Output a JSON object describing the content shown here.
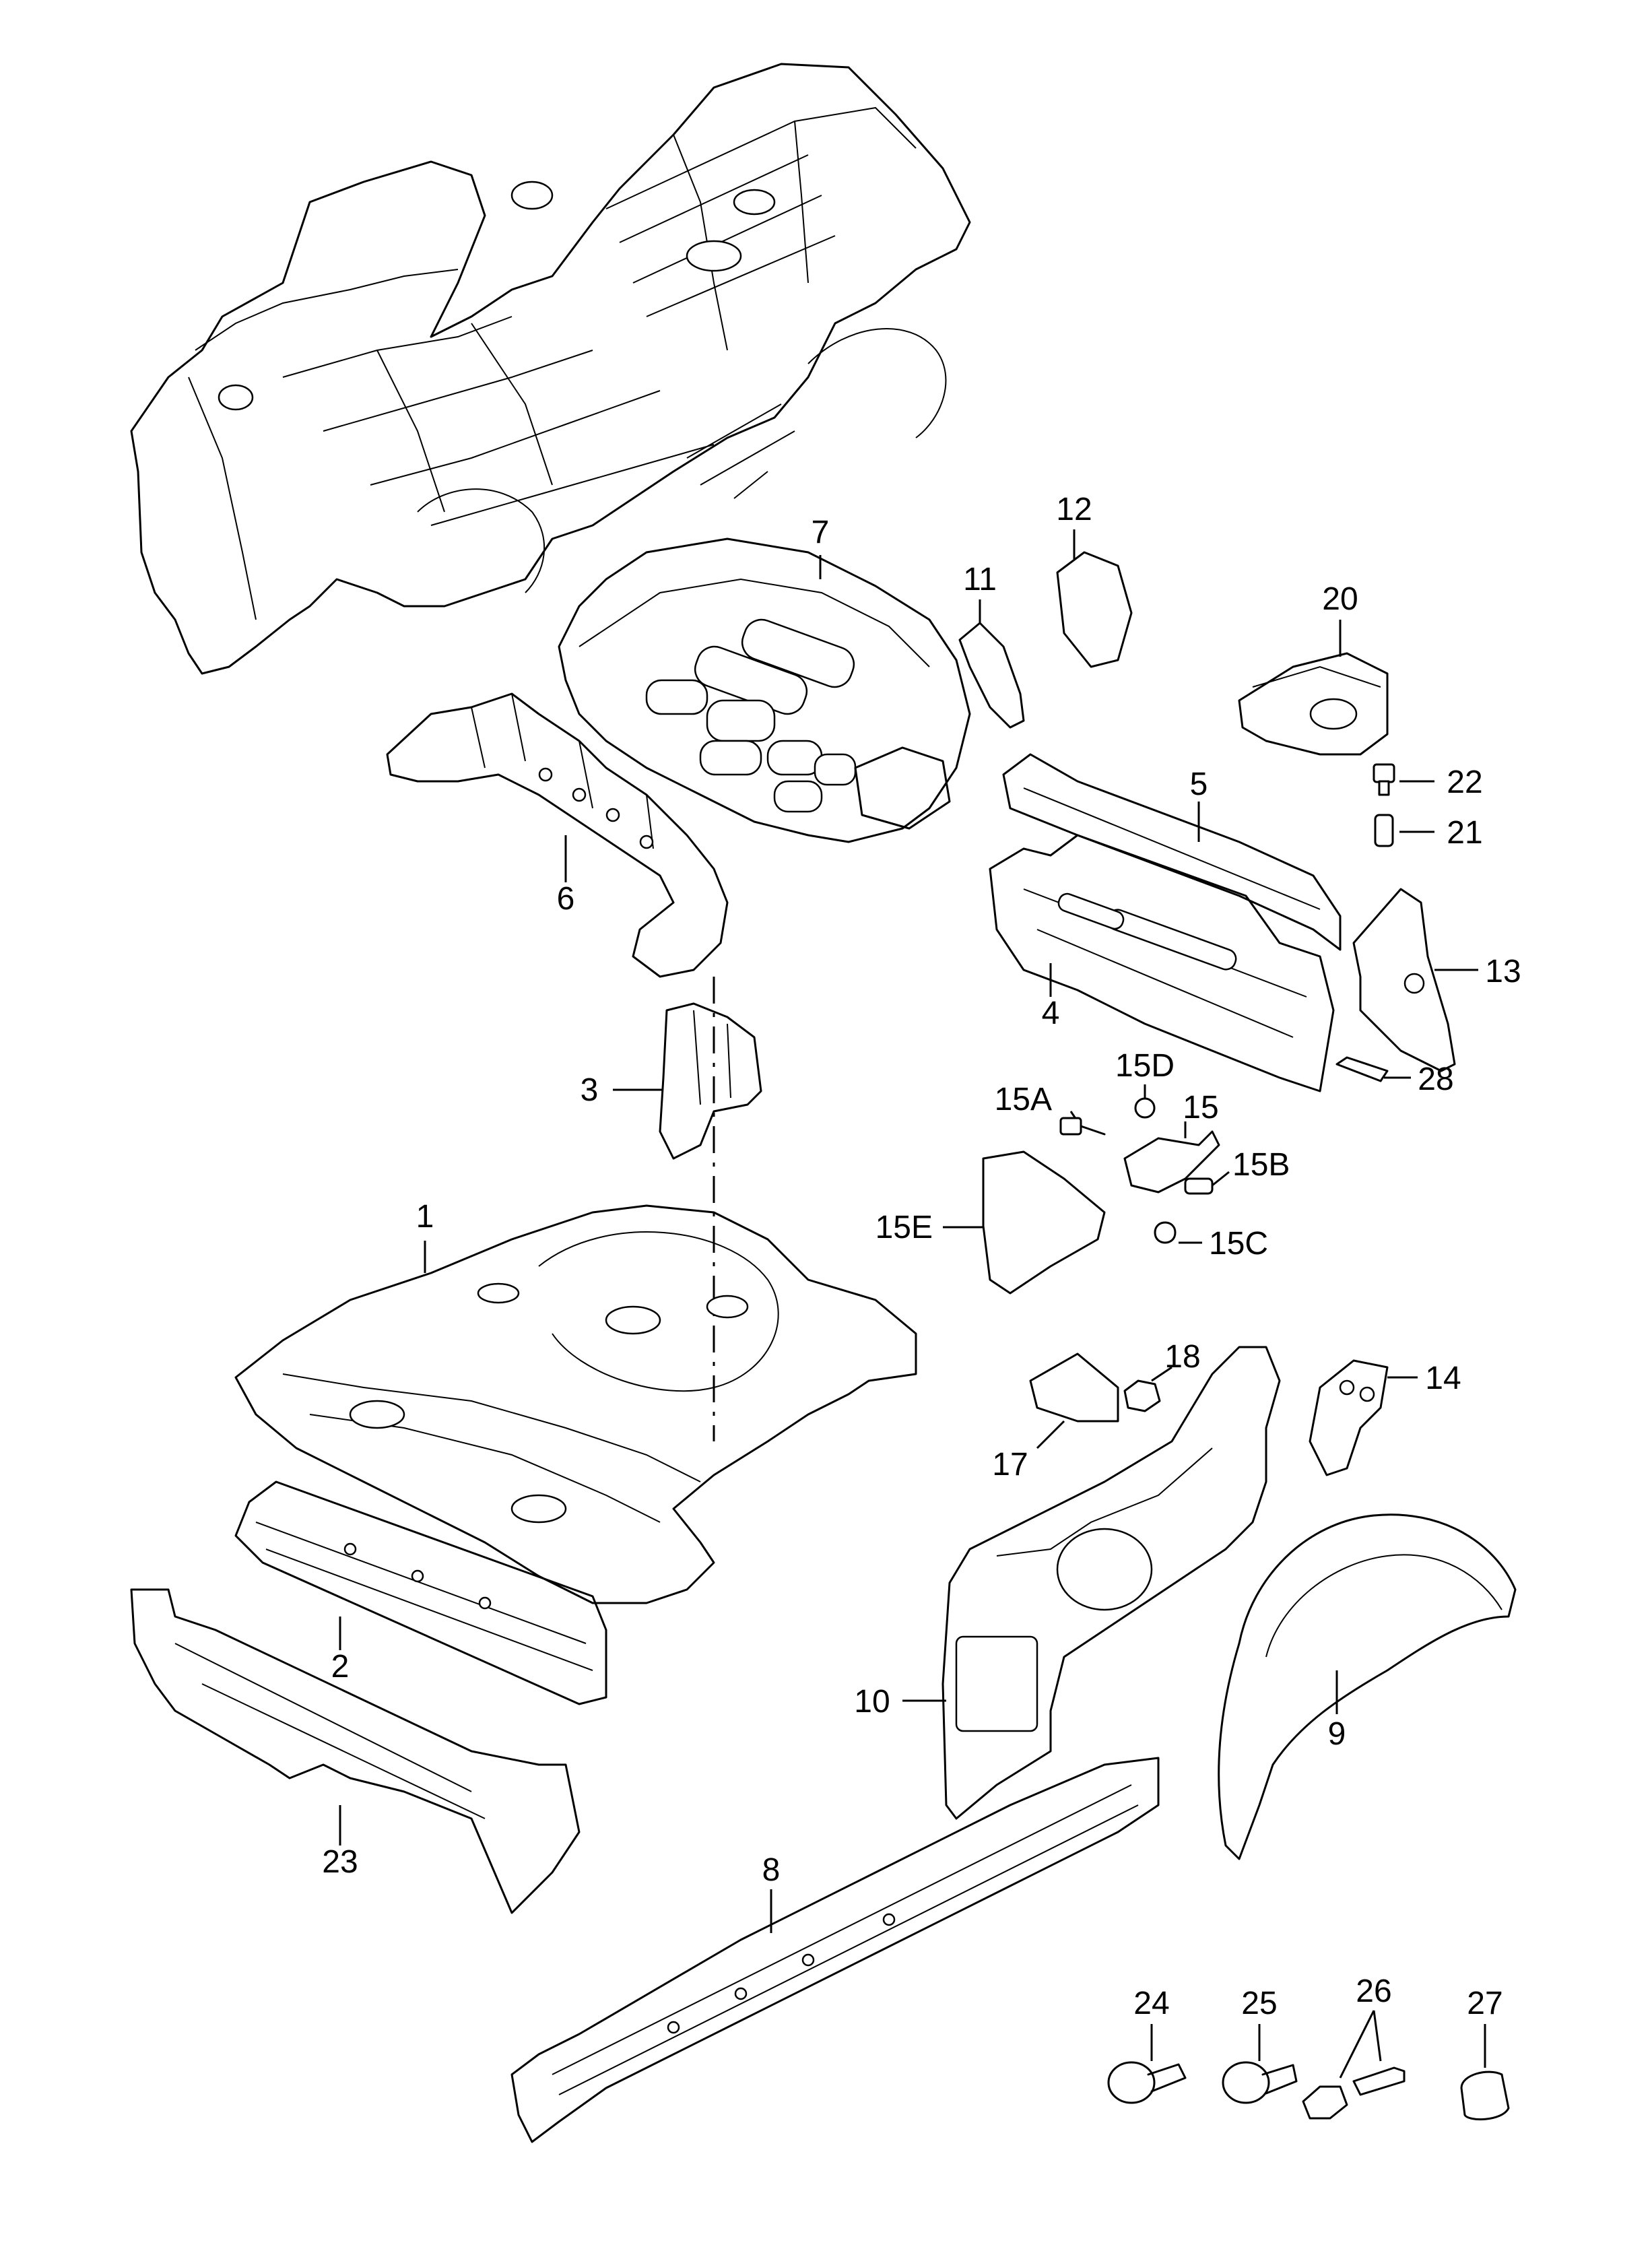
{
  "callouts": {
    "c1": "1",
    "c2": "2",
    "c3": "3",
    "c4": "4",
    "c5": "5",
    "c6": "6",
    "c7": "7",
    "c8": "8",
    "c9": "9",
    "c10": "10",
    "c11": "11",
    "c12": "12",
    "c13": "13",
    "c14": "14",
    "c15": "15",
    "c15a": "15A",
    "c15b": "15B",
    "c15c": "15C",
    "c15d": "15D",
    "c15e": "15E",
    "c17": "17",
    "c18": "18",
    "c20": "20",
    "c21": "21",
    "c22": "22",
    "c23": "23",
    "c24": "24",
    "c25": "25",
    "c26": "26",
    "c27": "27",
    "c28": "28"
  }
}
